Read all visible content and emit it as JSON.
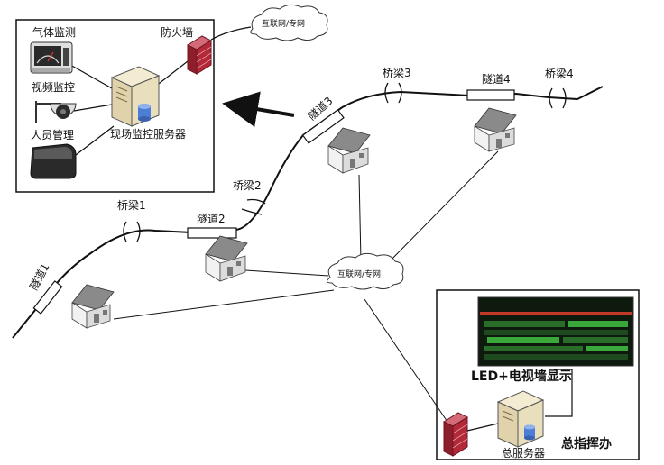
{
  "site_box": {
    "gas_monitoring": "气体监测",
    "video_monitoring": "视频监控",
    "personnel_management": "人员管理",
    "site_server": "现场监控服务器",
    "firewall": "防火墙",
    "cloud": "互联网/专网"
  },
  "route": {
    "tunnel_1": "隧道1",
    "tunnel_2": "隧道2",
    "tunnel_3": "隧道3",
    "tunnel_4": "隧道4",
    "bridge_1": "桥梁1",
    "bridge_2": "桥梁2",
    "bridge_3": "桥梁3",
    "bridge_4": "桥梁4"
  },
  "network": {
    "cloud": "互联网/专网"
  },
  "command_center": {
    "display_caption": "LED+电视墙显示",
    "main_server": "总服务器",
    "title": "总指挥办"
  },
  "colors": {
    "line": "#111111",
    "firewall": "#b3293a",
    "server": "#e8dcb8",
    "screen_bg": "#0f1a0f",
    "screen_green": "#3aa83a"
  }
}
